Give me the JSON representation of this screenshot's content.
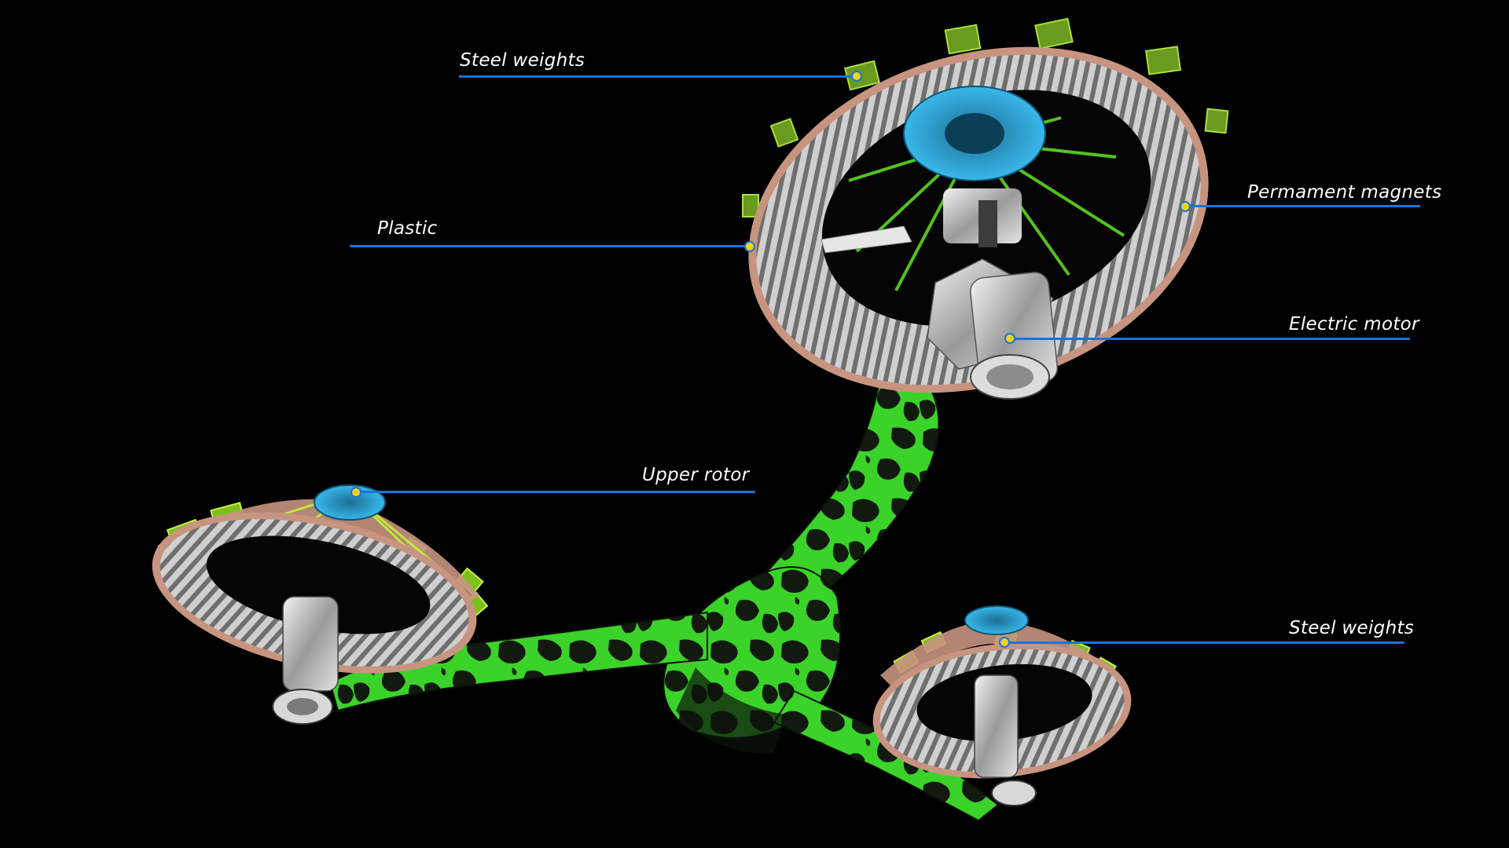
{
  "callouts": [
    {
      "id": "steel-weights-top",
      "label": "Steel weights"
    },
    {
      "id": "plastic",
      "label": "Plastic"
    },
    {
      "id": "permanent-magnets",
      "label": "Permament magnets"
    },
    {
      "id": "electric-motor",
      "label": "Electric motor"
    },
    {
      "id": "upper-rotor",
      "label": "Upper rotor"
    },
    {
      "id": "steel-weights-bottom",
      "label": "Steel weights"
    }
  ],
  "colors": {
    "background": "#000000",
    "leader_line": "#1a73d9",
    "anchor_dot": "#f2d21c",
    "label_text": "#ffffff",
    "ring_rim": "#d49a86",
    "magnet_slats": "#b9b9b9",
    "frame_green": "#3bd32a",
    "frame_dark": "#151f14",
    "weights": "#7fc41f",
    "bearing_blue": "#2b9fd6"
  }
}
